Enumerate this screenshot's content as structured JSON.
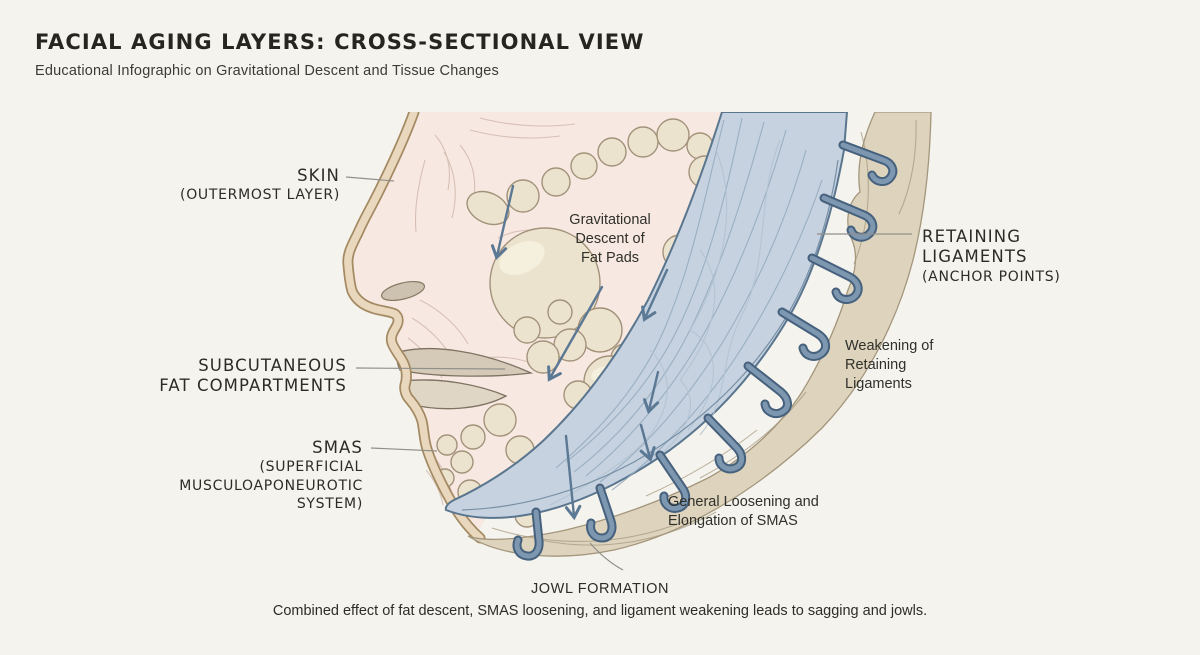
{
  "header": {
    "title": "FACIAL AGING LAYERS: CROSS-SECTIONAL VIEW",
    "subtitle": "Educational Infographic on Gravitational Descent and Tissue Changes"
  },
  "layer_labels": {
    "skin": {
      "main": "SKIN",
      "sub": "(OUTERMOST LAYER)"
    },
    "fat": {
      "lines": [
        "SUBCUTANEOUS",
        "FAT COMPARTMENTS"
      ]
    },
    "smas": {
      "main": "SMAS",
      "sub_lines": [
        "(SUPERFICIAL",
        "MUSCULOAPONEUROTIC",
        "SYSTEM)"
      ]
    },
    "ligaments": {
      "main_lines": [
        "RETAINING",
        "LIGAMENTS"
      ],
      "sub": "(ANCHOR POINTS)"
    }
  },
  "annotations": {
    "fat_descent_lines": [
      "Gravitational",
      "Descent of",
      "Fat Pads"
    ],
    "ligament_weakening_lines": [
      "Weakening of",
      "Retaining",
      "Ligaments"
    ],
    "smas_loosening_lines": [
      "General Loosening and",
      "Elongation of SMAS"
    ]
  },
  "footer": {
    "title": "JOWL FORMATION",
    "description": "Combined effect of fat descent, SMAS loosening, and ligament weakening leads to sagging and jowls."
  },
  "colors": {
    "background": "#f5f3ed",
    "skin_interior": "#f7e9e2",
    "skin_band": "#ead8be",
    "fat_pad": "#ece3ce",
    "smas": "#c6d2df",
    "smas_edge": "#5a768f",
    "ligament": "#7e97b0",
    "bone": "#ded4be",
    "arrow": "#5b7894",
    "text": "#2c2c25"
  }
}
